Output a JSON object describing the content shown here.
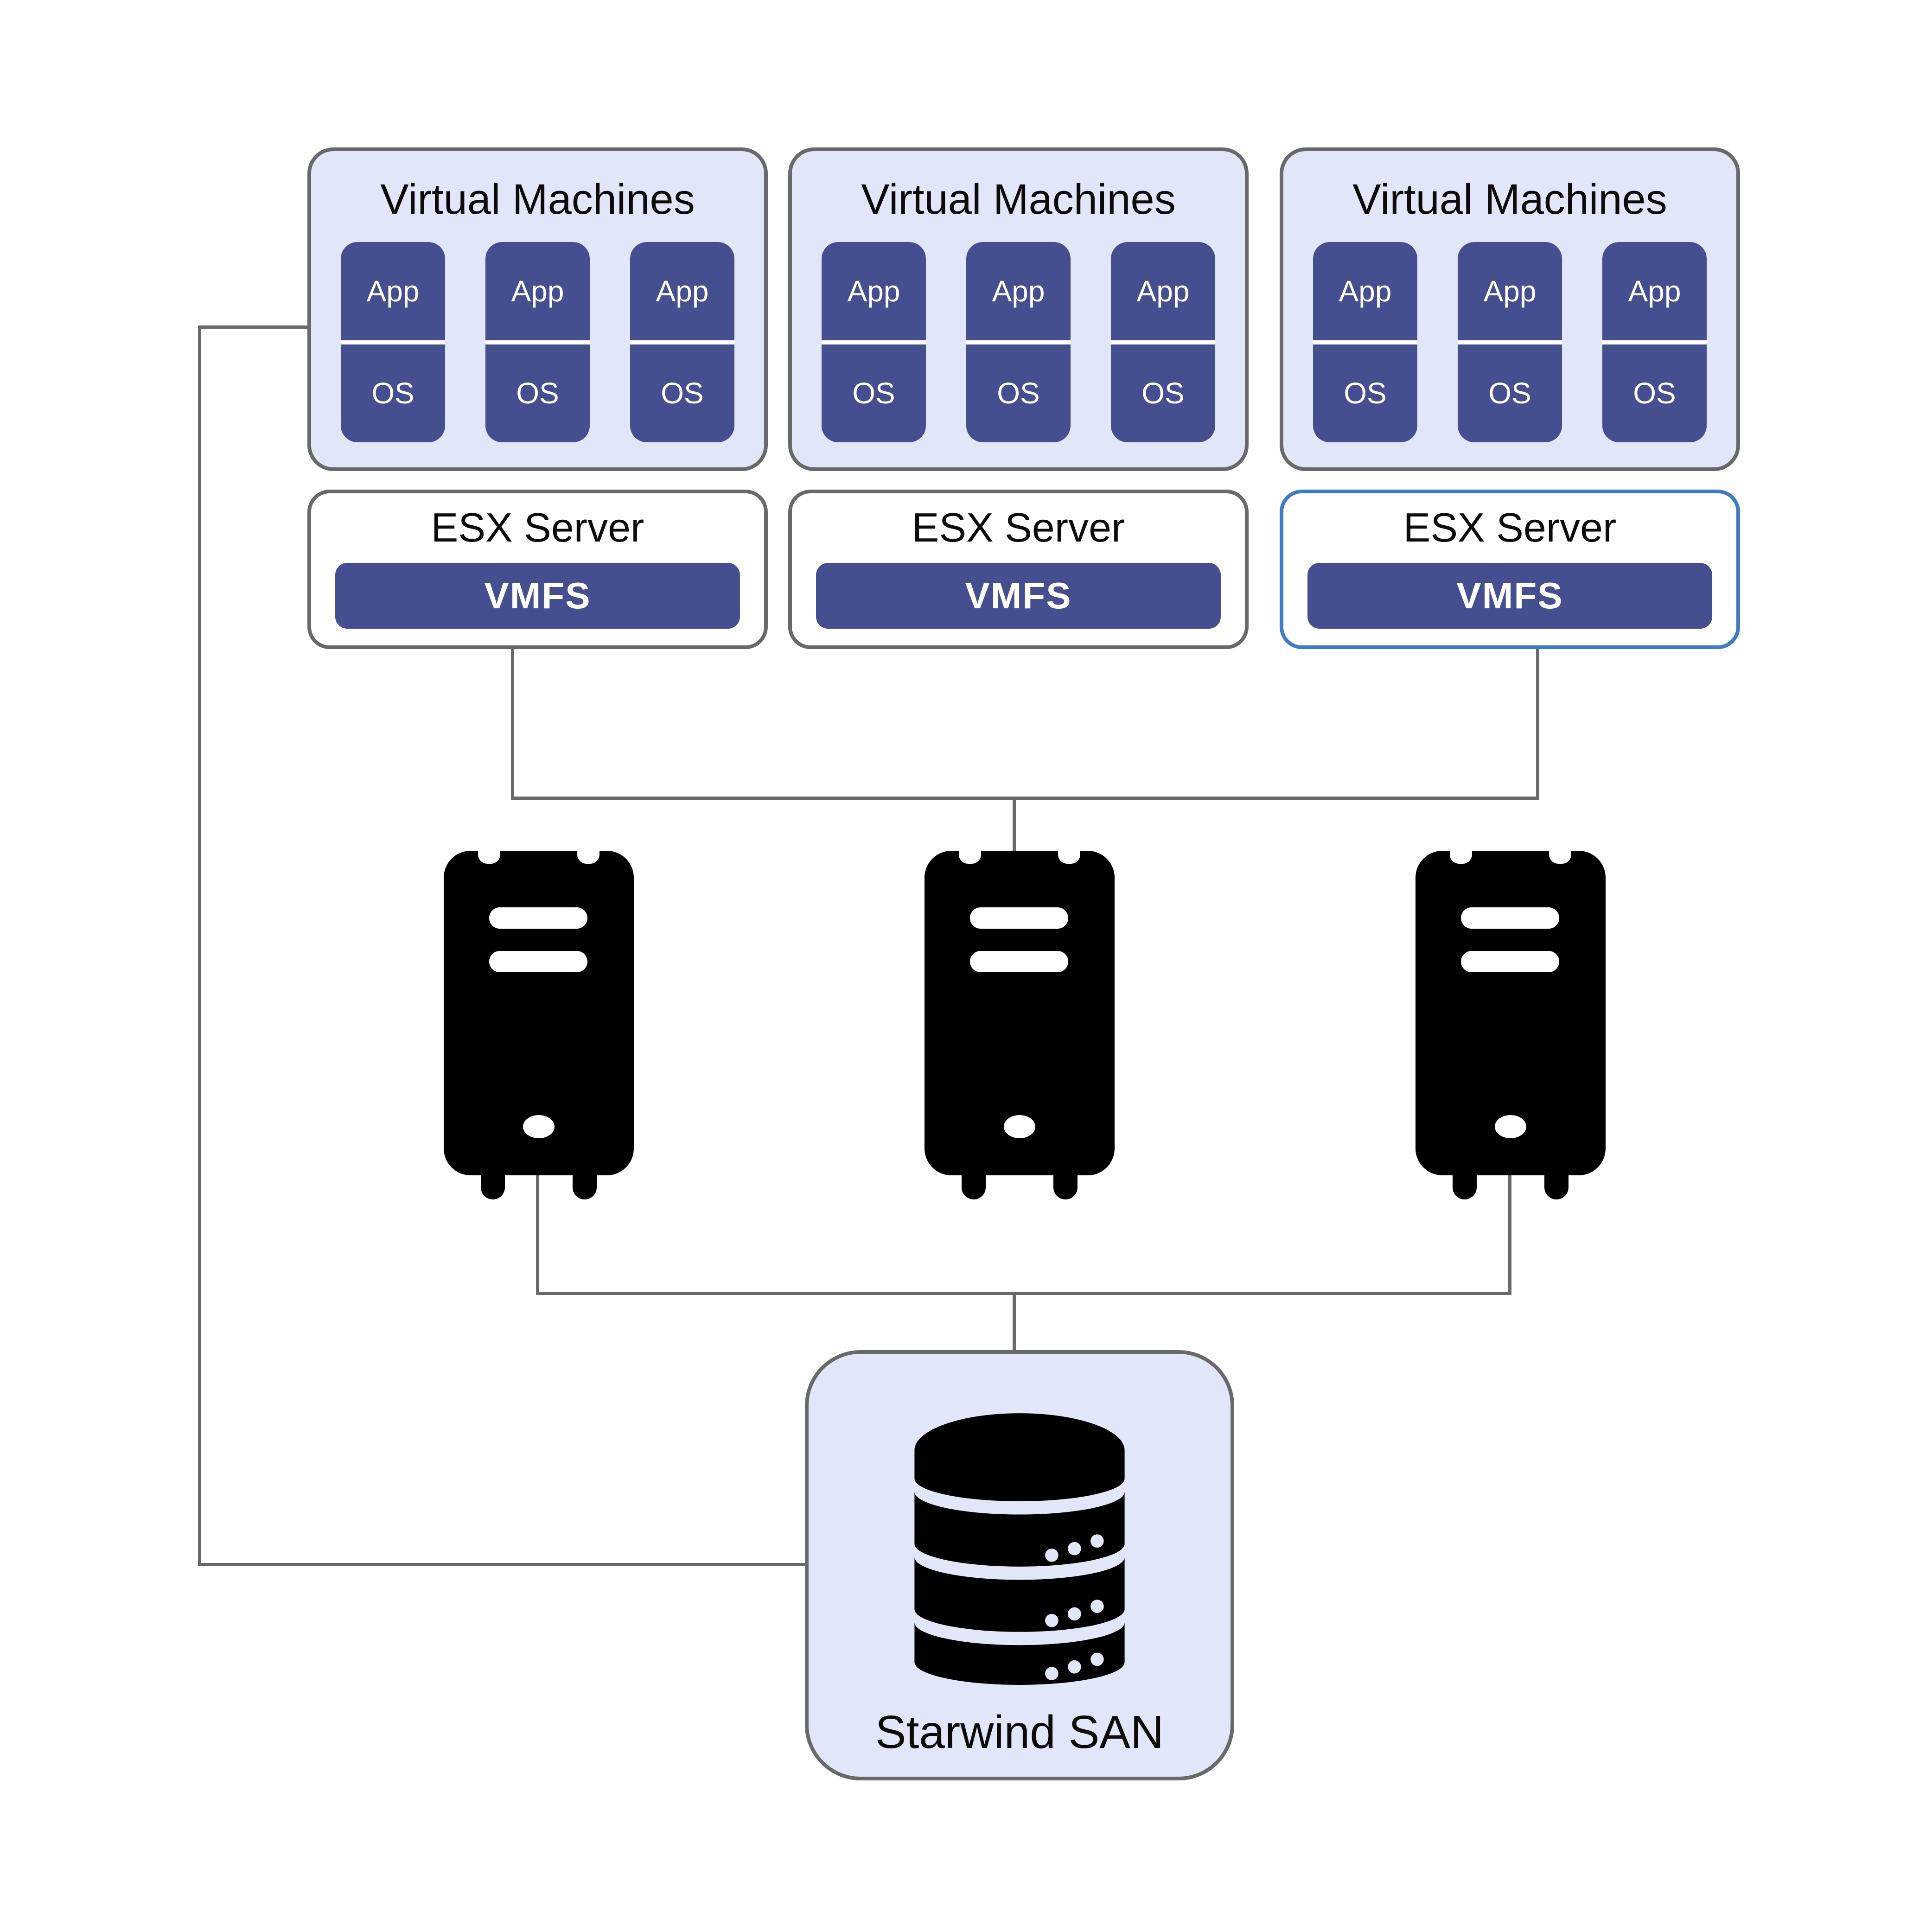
{
  "vm_groups": [
    {
      "title": "Virtual Machines",
      "vms": [
        {
          "app": "App",
          "os": "OS"
        },
        {
          "app": "App",
          "os": "OS"
        },
        {
          "app": "App",
          "os": "OS"
        }
      ]
    },
    {
      "title": "Virtual Machines",
      "vms": [
        {
          "app": "App",
          "os": "OS"
        },
        {
          "app": "App",
          "os": "OS"
        },
        {
          "app": "App",
          "os": "OS"
        }
      ]
    },
    {
      "title": "Virtual Machines",
      "vms": [
        {
          "app": "App",
          "os": "OS"
        },
        {
          "app": "App",
          "os": "OS"
        },
        {
          "app": "App",
          "os": "OS"
        }
      ]
    }
  ],
  "esx_servers": [
    {
      "title": "ESX Server",
      "fs_label": "VMFS",
      "highlighted": false
    },
    {
      "title": "ESX Server",
      "fs_label": "VMFS",
      "highlighted": false
    },
    {
      "title": "ESX Server",
      "fs_label": "VMFS",
      "highlighted": true
    }
  ],
  "hosts": [
    {
      "icon": "server-tower-icon"
    },
    {
      "icon": "server-tower-icon"
    },
    {
      "icon": "server-tower-icon"
    }
  ],
  "san": {
    "label": "Starwind SAN",
    "icon": "database-icon"
  },
  "colors": {
    "card_blue": "#454F8F",
    "panel_lavender": "#E2E6F9",
    "border_gray": "#696969",
    "connector_gray": "#696969",
    "highlight_border_blue": "#3E7BC7",
    "icon_black": "#000000",
    "text_black": "#0B0B0B",
    "background_white": "#FFFFFF"
  }
}
